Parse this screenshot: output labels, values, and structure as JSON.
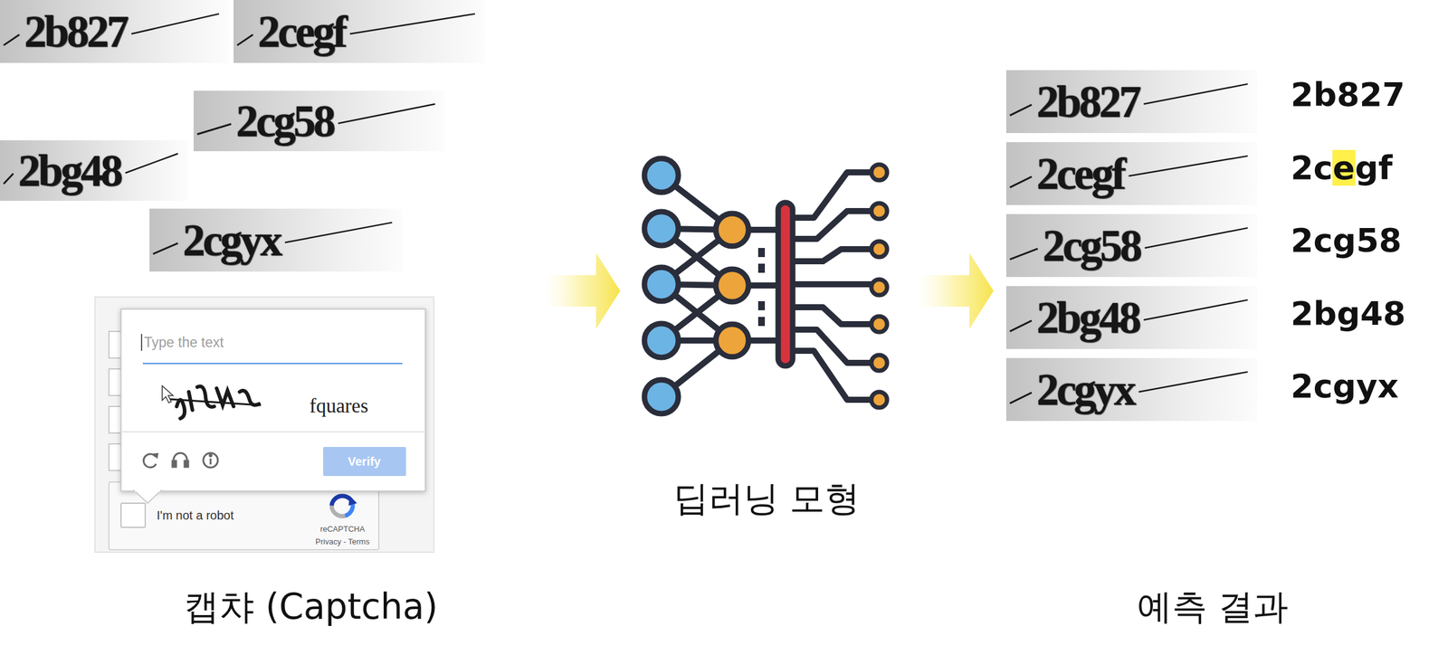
{
  "diagram": {
    "nodes": [
      {
        "text": [
          "2b827"
        ]
      },
      {
        "text": [
          "2cegf"
        ]
      },
      {
        "text": [
          "2cg58"
        ]
      },
      {
        "text": [
          "2bg48"
        ]
      },
      {
        "text": [
          "2cgyx"
        ]
      },
      {
        "text": [
          "2b827"
        ]
      },
      {
        "text": [
          "2cegf"
        ]
      },
      {
        "text": [
          "2cg58"
        ]
      },
      {
        "text": [
          "2bg48"
        ]
      },
      {
        "text": [
          "2cgyx"
        ]
      }
    ],
    "labels": [
      "Type the text",
      "fquares",
      "Verify",
      "I'm not a robot",
      "reCAPTCHA",
      "Privacy - Terms",
      "캡챠 (Captcha)",
      "딥러닝 모형",
      "2b827",
      "2cegf",
      "2cg58",
      "2bg48",
      "2cgyx",
      "예측 결과"
    ]
  }
}
